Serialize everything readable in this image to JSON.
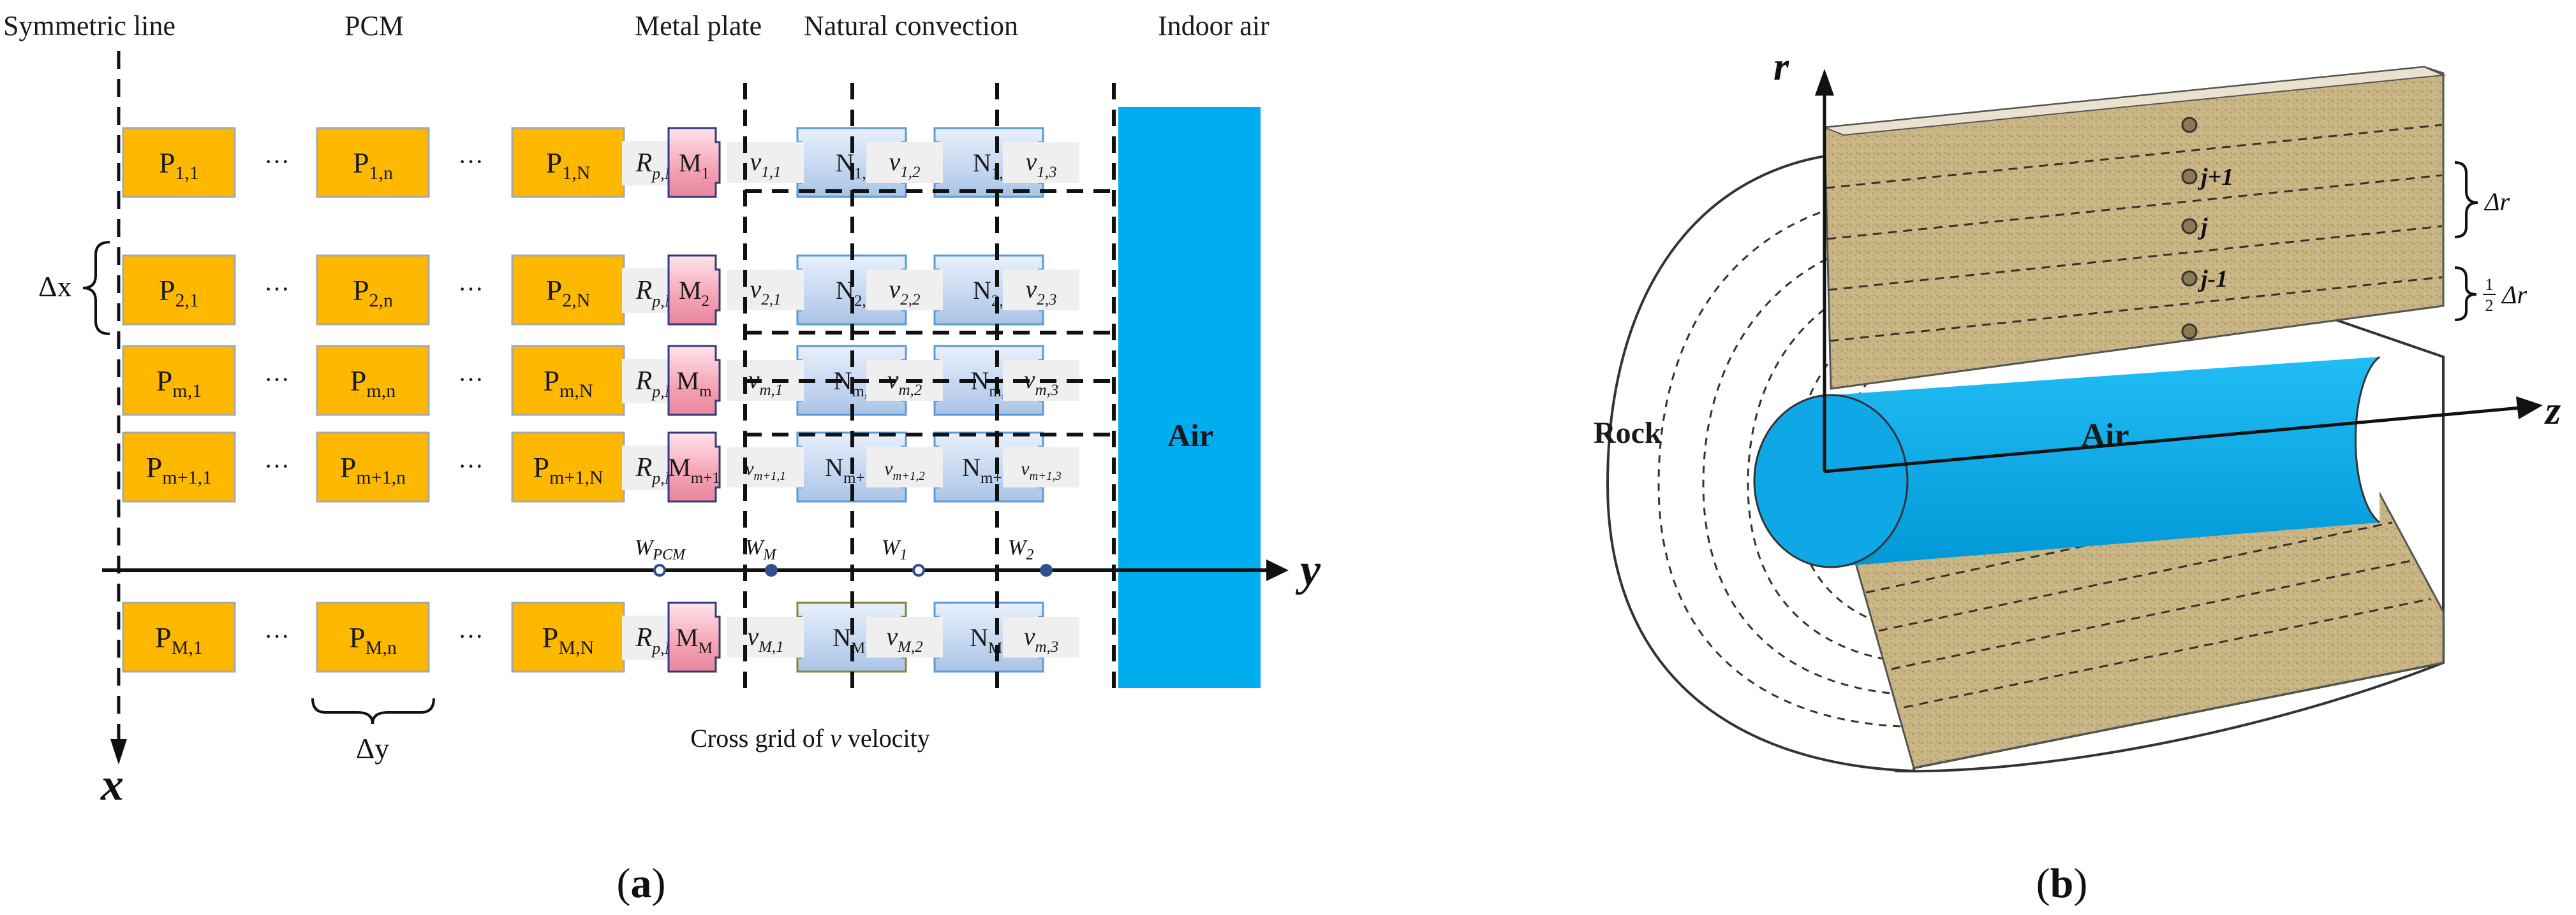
{
  "panel_a": {
    "headers": [
      "Symmetric line",
      "PCM",
      "Metal plate",
      "Natural convection",
      "Indoor air"
    ],
    "pcm_rows": [
      [
        "P",
        "1,1",
        "P",
        "1,n",
        "P",
        "1,N"
      ],
      [
        "P",
        "2,1",
        "P",
        "2,n",
        "P",
        "2,N"
      ],
      [
        "P",
        "m,1",
        "P",
        "m,n",
        "P",
        "m,N"
      ],
      [
        "P",
        "m+1,1",
        "P",
        "m+1,n",
        "P",
        "m+1,N"
      ],
      [
        "P",
        "M,1",
        "P",
        "M,n",
        "P",
        "M,N"
      ]
    ],
    "ellipsis": "···",
    "rpm": {
      "main": "R",
      "sub": "p,M"
    },
    "metal": [
      {
        "main": "M",
        "sub": "1"
      },
      {
        "main": "M",
        "sub": "2"
      },
      {
        "main": "M",
        "sub": "m"
      },
      {
        "main": "M",
        "sub": "m+1"
      },
      {
        "main": "M",
        "sub": "M"
      }
    ],
    "n_first": [
      {
        "main": "N",
        "sub": "1,1"
      },
      {
        "main": "N",
        "sub": "2,1"
      },
      {
        "main": "N",
        "sub": "m,1"
      },
      {
        "main": "N",
        "sub": "m+1,1"
      },
      {
        "main": "N",
        "sub": "M,1"
      }
    ],
    "n_second": [
      {
        "main": "N",
        "sub": "1,2"
      },
      {
        "main": "N",
        "sub": "2,2"
      },
      {
        "main": "N",
        "sub": "m,2"
      },
      {
        "main": "N",
        "sub": "m+1,2"
      },
      {
        "main": "N",
        "sub": "M,2"
      }
    ],
    "v_labels": [
      [
        {
          "main": "v",
          "sub": "1,1"
        },
        {
          "main": "v",
          "sub": "1,2"
        },
        {
          "main": "v",
          "sub": "1,3"
        }
      ],
      [
        {
          "main": "v",
          "sub": "2,1"
        },
        {
          "main": "v",
          "sub": "2,2"
        },
        {
          "main": "v",
          "sub": "2,3"
        }
      ],
      [
        {
          "main": "v",
          "sub": "m,1"
        },
        {
          "main": "v",
          "sub": "m,2"
        },
        {
          "main": "v",
          "sub": "m,3"
        }
      ],
      [
        {
          "main": "v",
          "sub": "m+1,1"
        },
        {
          "main": "v",
          "sub": "m+1,2"
        },
        {
          "main": "v",
          "sub": "m+1,3"
        }
      ],
      [
        {
          "main": "v",
          "sub": "M,1"
        },
        {
          "main": "v",
          "sub": "M,2"
        },
        {
          "main": "v",
          "sub": "m,3"
        }
      ]
    ],
    "air_label": "Air",
    "delta_x": "Δx",
    "delta_y": "Δy",
    "axis_x": "x",
    "axis_y": "y",
    "w_labels": [
      {
        "main": "W",
        "sub": "PCM"
      },
      {
        "main": "W",
        "sub": "M"
      },
      {
        "main": "W",
        "sub": "1"
      },
      {
        "main": "W",
        "sub": "2"
      }
    ],
    "cross_grid": {
      "prefix": "Cross grid of ",
      "var": "v",
      "suffix": " velocity"
    },
    "caption": {
      "open": "(",
      "letter": "a",
      "close": ")"
    }
  },
  "panel_b": {
    "axis_r": "r",
    "axis_z": "z",
    "rock_label": "Rock",
    "air_label": "Air",
    "node_labels": {
      "upper": "j+1",
      "mid": "j",
      "lower": "j-1"
    },
    "delta_r": "Δr",
    "half": {
      "num": "1",
      "den": "2"
    },
    "caption": {
      "open": "(",
      "letter": "b",
      "close": ")"
    }
  },
  "colors": {
    "pcm_fill": "#FFB800",
    "pcm_stroke": "#A8A8A8",
    "metal_fill": "#F4A3B5",
    "natural_fill": "#BDD2EE",
    "natural_stroke": "#5A9BD5",
    "air_blue": "#00AEEF",
    "sand": "#C8B486",
    "label_bg": "#EFEFEF",
    "node_fill": "#8A7A50",
    "text": "#1A1A1A"
  }
}
